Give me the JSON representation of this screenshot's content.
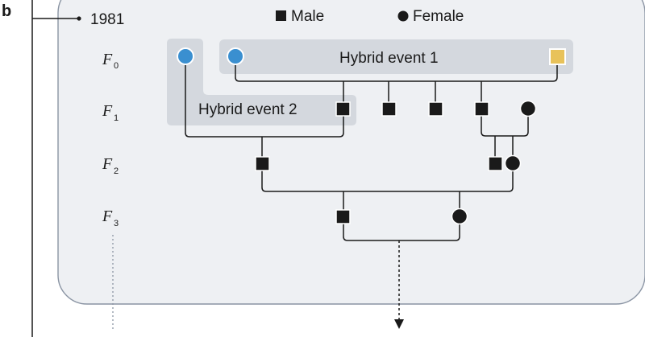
{
  "panel_label": "b",
  "year": "1981",
  "legend": {
    "male": "Male",
    "female": "Female"
  },
  "generations": [
    {
      "letter": "F",
      "sub": "0"
    },
    {
      "letter": "F",
      "sub": "1"
    },
    {
      "letter": "F",
      "sub": "2"
    },
    {
      "letter": "F",
      "sub": "3"
    }
  ],
  "hybrid_event_1": "Hybrid event 1",
  "hybrid_event_2": "Hybrid event 2",
  "colors": {
    "panel_fill": "#eef0f3",
    "panel_stroke": "#8a94a3",
    "event_box": "#d4d8de",
    "founder_blue": "#3a8fd0",
    "founder_yellow": "#e8c25a",
    "symbol": "#1a1a1a"
  }
}
